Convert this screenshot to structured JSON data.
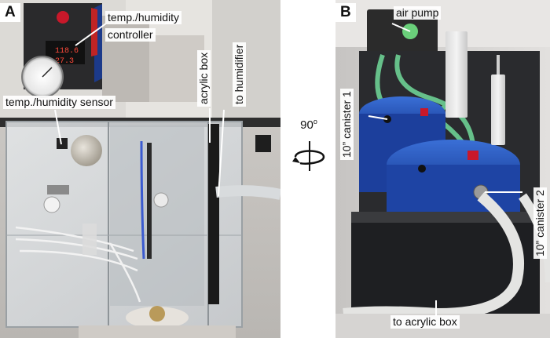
{
  "panel_a": {
    "letter": "A",
    "labels": {
      "controller_line1": "temp./humidity",
      "controller_line2": "controller",
      "sensor": "temp./humidity sensor",
      "acrylic_box": "acrylic box",
      "to_humidifier": "to humidifier"
    },
    "display": {
      "top_value": "118.6",
      "bottom_value": "27.3"
    }
  },
  "rotation": {
    "angle": "90",
    "degree_symbol": "o"
  },
  "panel_b": {
    "letter": "B",
    "labels": {
      "air_pump": "air pump",
      "canister_1": "10” canister 1",
      "canister_2": "10” canister 2",
      "to_acrylic_box": "to acrylic box"
    }
  }
}
